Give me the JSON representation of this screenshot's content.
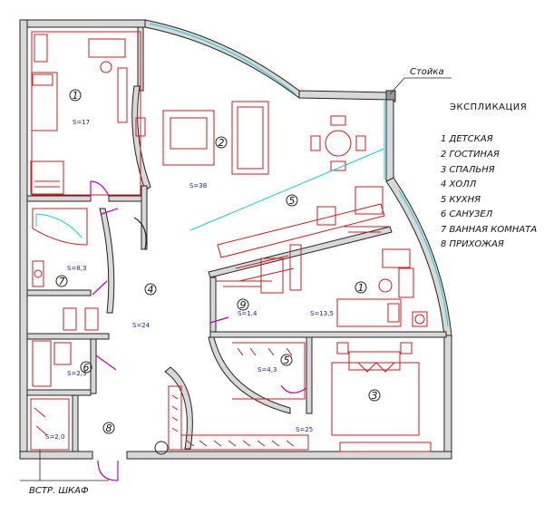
{
  "labels": {
    "stoika": "Стойка",
    "shkaf": "ВСТР. ШКАФ"
  },
  "legend": {
    "title": "ЭКСПЛИКАЦИЯ",
    "items": [
      "1 ДЕТСКАЯ",
      "2 ГОСТИНАЯ",
      "3 СПАЛЬНЯ",
      "4   ХОЛЛ",
      "5 КУХНЯ",
      "6 САНУЗЕЛ",
      "7 ВАННАЯ  КОМНАТА",
      "8 ПРИХОЖАЯ"
    ]
  },
  "rooms": {
    "r1a": {
      "num": "1",
      "area": "S=17"
    },
    "r2": {
      "num": "2",
      "area": "S=38"
    },
    "r5a": {
      "num": "5"
    },
    "r7": {
      "num": "7",
      "area": "S=8,3"
    },
    "r4": {
      "num": "4",
      "area": "S=24"
    },
    "r9": {
      "num": "9",
      "area": "S=1,4"
    },
    "r1b": {
      "num": "1",
      "area": "S=13,5"
    },
    "r6": {
      "num": "6",
      "area": "S=2,3"
    },
    "r5b": {
      "num": "5",
      "area": "S=4,3"
    },
    "r3": {
      "num": "3"
    },
    "r8": {
      "num": "8",
      "area": "S=2,0"
    },
    "r3area": {
      "area": "S=25"
    }
  },
  "colors": {
    "wall": "#222222",
    "furniture": "#d21b1b",
    "door": "#c000c0",
    "glass": "#19c8d8",
    "area": "#1a1aa6"
  }
}
